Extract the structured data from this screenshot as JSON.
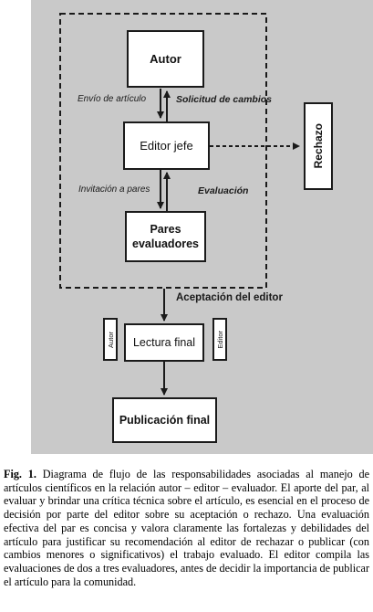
{
  "diagram": {
    "nodes": {
      "autor": "Autor",
      "editor_jefe": "Editor jefe",
      "pares_line1": "Pares",
      "pares_line2": "evaluadores",
      "rechazo": "Rechazo",
      "lectura_final": "Lectura final",
      "side_autor": "Autor",
      "side_editor": "Editor",
      "publicacion_final": "Publicación final"
    },
    "edges": {
      "envio": "Envío de artículo",
      "solicitud": "Solicitud de cambios",
      "invitacion": "Invitación a pares",
      "evaluacion": "Evaluación",
      "aceptacion": "Aceptación del editor"
    }
  },
  "caption": {
    "label": "Fig. 1.",
    "text": "Diagrama de flujo de las responsabilidades asociadas al manejo de artículos científicos en la relación autor – editor – evaluador. El aporte del par, al evaluar y brindar una crítica técnica sobre el artículo, es esencial en el proceso de decisión por parte del editor sobre su aceptación o rechazo. Una evaluación efectiva del par es concisa y valora claramente las fortalezas y debilidades del artículo para justificar su recomendación al editor de rechazar o publicar (con cambios menores o significativos) el trabajo evaluado. El editor compila las evaluaciones de dos a tres evaluadores, antes de decidir la importancia de publicar el artículo para la comunidad."
  }
}
